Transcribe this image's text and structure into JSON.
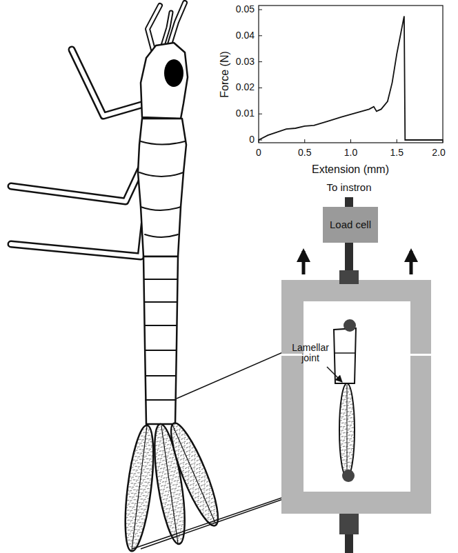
{
  "diagram": {
    "nodes": [
      {
        "text": [
          "Load cell"
        ]
      }
    ],
    "labels": [
      "0.05",
      "0.04",
      "0.03",
      "0.02",
      "0.01",
      "0",
      "0",
      "0.5",
      "1.0",
      "1.5",
      "2.0",
      "Force (N)",
      "Extension (mm)",
      "To instron",
      "Lamellar joint"
    ]
  }
}
